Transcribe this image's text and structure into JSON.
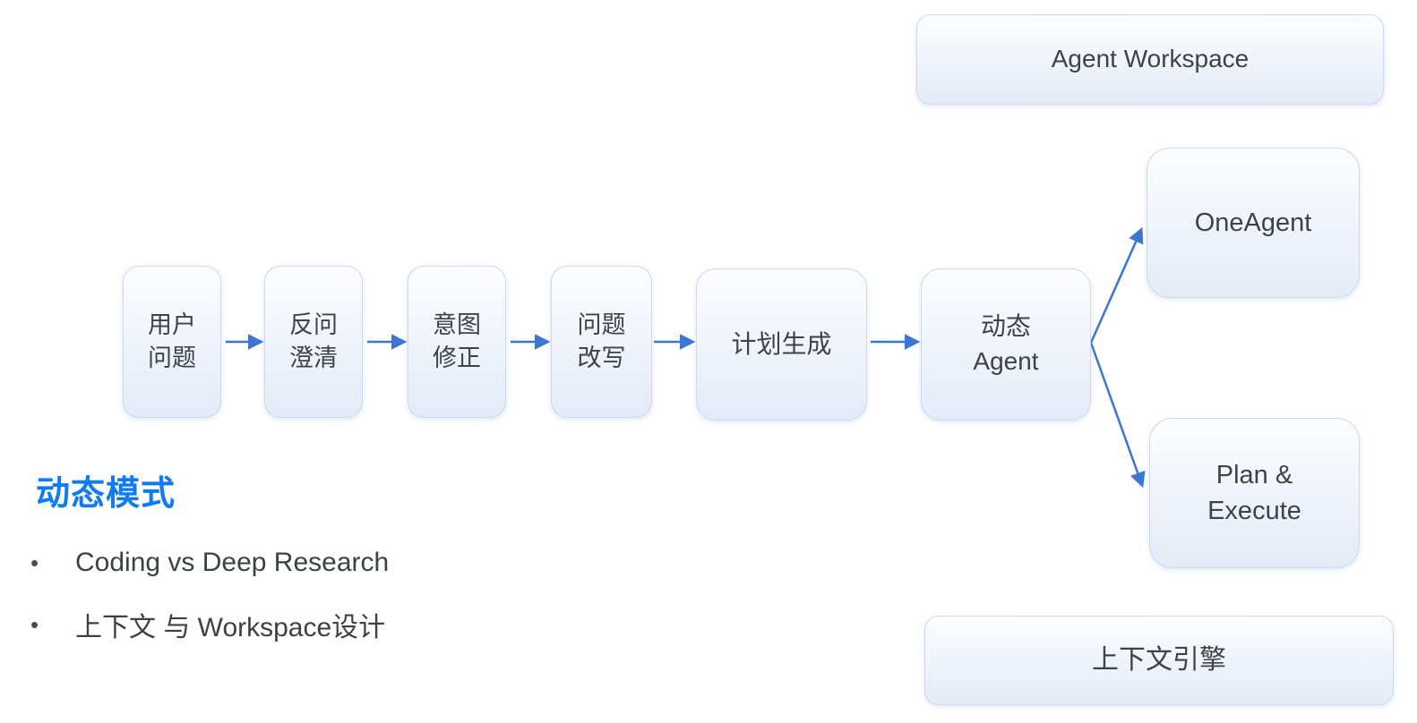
{
  "diagram": {
    "nodes": {
      "user_question": {
        "label": "用户\n问题"
      },
      "ask_clarify": {
        "label": "反问\n澄清"
      },
      "intent_correct": {
        "label": "意图\n修正"
      },
      "question_rewrite": {
        "label": "问题\n改写"
      },
      "plan_generate": {
        "label": "计划生成"
      },
      "dynamic_agent": {
        "label": "动态\nAgent"
      },
      "one_agent": {
        "label": "OneAgent"
      },
      "plan_execute": {
        "label": "Plan &\nExecute"
      },
      "agent_workspace": {
        "label": "Agent Workspace"
      },
      "context_engine": {
        "label": "上下文引擎"
      }
    }
  },
  "notes": {
    "heading": "动态模式",
    "bullet_char": "•",
    "bullets": [
      "Coding vs Deep Research",
      "上下文 与 Workspace设计"
    ]
  },
  "colors": {
    "arrow_blue": "#3a76d3",
    "heading_blue": "#0d7bf4",
    "box_border": "#ccd9ef",
    "box_fill_top": "#fcfdff",
    "box_fill_bottom": "#e4ebf7",
    "box_text": "#3f4347",
    "note_text": "#3e4144"
  }
}
